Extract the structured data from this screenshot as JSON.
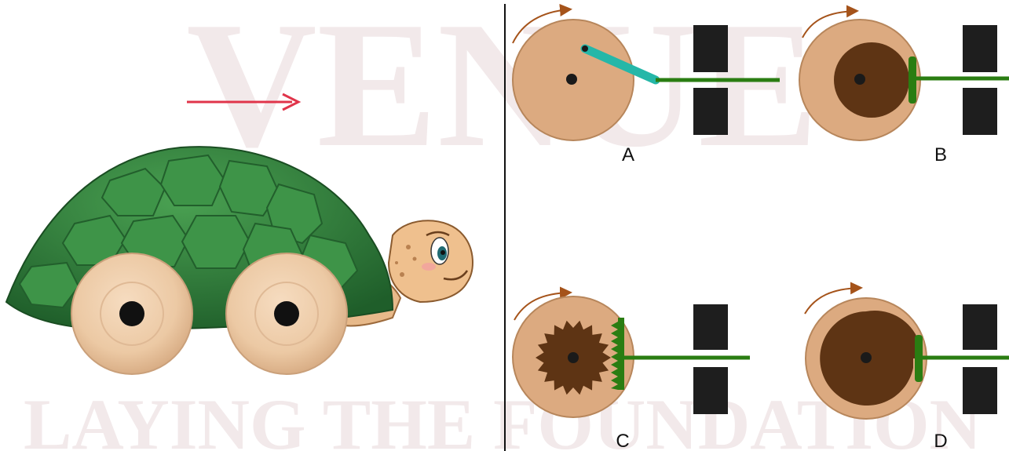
{
  "watermark": {
    "top_text": "VENUE",
    "bottom_text": "LAYING THE FOUNDATION"
  },
  "toy": {
    "name": "turtle-pull-toy",
    "motion_direction": "right"
  },
  "mechanisms": [
    {
      "label": "A",
      "type": "crank-and-connecting-rod"
    },
    {
      "label": "B",
      "type": "eccentric-cam"
    },
    {
      "label": "C",
      "type": "rack-and-pinion"
    },
    {
      "label": "D",
      "type": "snail-cam"
    }
  ],
  "colors": {
    "arrow": "#e0344a",
    "wheel_face": "#dcaa80",
    "cam": "#5e3414",
    "rod": "#2a7d12",
    "crank_link": "#25b7a8",
    "guide_block": "#1e1e1e",
    "shell": "#2f7d3a"
  }
}
